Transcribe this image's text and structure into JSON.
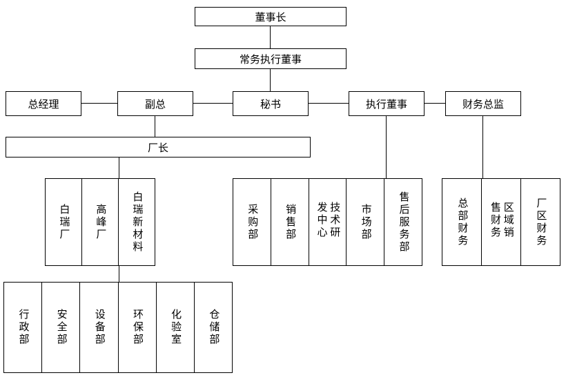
{
  "nodes": {
    "chairman": "董事长",
    "executive_managing_director": "常务执行董事",
    "general_manager": "总经理",
    "deputy_general_manager": "副总",
    "secretary": "秘书",
    "executive_director": "执行董事",
    "finance_director": "财务总监",
    "factory_director": "厂长"
  },
  "factory_group": [
    "白瑞厂",
    "高峰厂",
    "白瑞新材料"
  ],
  "business_group": [
    "采购部",
    "销售部",
    "技术研发中心",
    "市场部",
    "售后服务部"
  ],
  "finance_group": [
    "总部财务",
    "区域销售财务",
    "厂区财务"
  ],
  "department_group": [
    "行政部",
    "安全部",
    "设备部",
    "环保部",
    "化验室",
    "仓储部"
  ],
  "colors": {
    "border": "#000000",
    "background": "#ffffff"
  }
}
